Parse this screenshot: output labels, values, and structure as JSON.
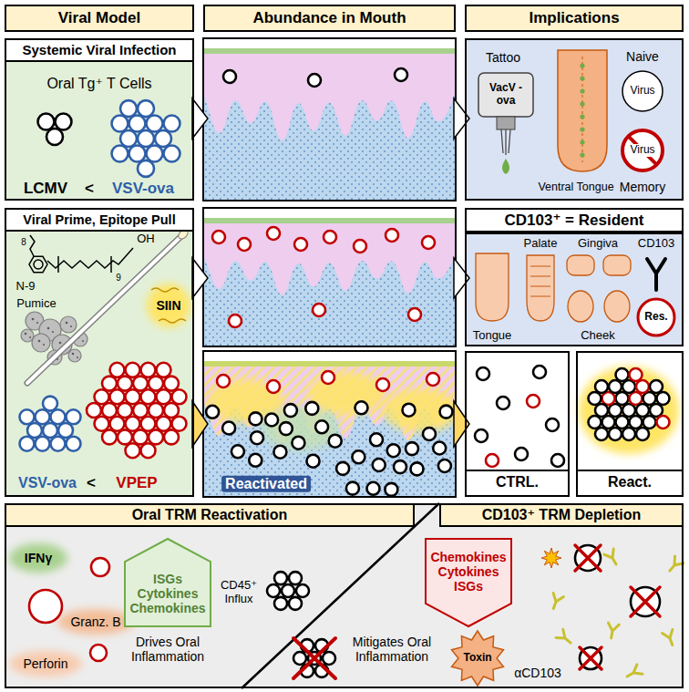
{
  "diagram": {
    "nodes": [
      {
        "text": [
          "Viral Model"
        ]
      },
      {
        "text": [
          "Abundance in Mouth"
        ]
      },
      {
        "text": [
          "Implications"
        ]
      },
      {
        "text": [
          "Oral Tg⁺ T Cells",
          "LCMV",
          "<",
          "VSV-ova"
        ]
      },
      {
        "text": [
          "Systemic Viral Infection"
        ],
        "in": 3
      },
      {
        "text": [
          "Tattoo",
          "VacV -ova",
          "Ventral Tongue",
          "Naive",
          "Memory"
        ]
      },
      {
        "text": [
          "Virus"
        ],
        "in": 5
      },
      {
        "text": [
          "Virus"
        ],
        "in": 5
      },
      {
        "text": [
          "N-9",
          "Pumice",
          "SIIN",
          "VSV-ova",
          "<",
          "VPEP"
        ]
      },
      {
        "text": [
          "Viral Prime, Epitope Pull"
        ],
        "in": 8
      },
      {
        "text": [
          "CD103⁺ = Resident"
        ]
      },
      {
        "text": [
          "Tongue",
          "Palate",
          "Gingiva",
          "Cheek",
          "CD103",
          "Res."
        ]
      },
      {
        "text": [
          "CTRL."
        ]
      },
      {
        "text": [
          "React."
        ]
      },
      {
        "text": [
          "IFNγ",
          "Granz. B",
          "Perforin",
          "Drives Oral Inflammation",
          "CD45⁺ Influx",
          "Mitigates Oral Inflammation",
          "Toxin",
          "αCD103"
        ]
      },
      {
        "text": [
          "Oral TRM Reactivation"
        ],
        "in": 14
      },
      {
        "text": [
          "CD103⁺ TRM Depletion"
        ],
        "in": 14
      },
      {
        "text": [
          "ISGs Cytokines Chemokines"
        ],
        "in": 14
      },
      {
        "text": [
          "Chemokines Cytokines ISGs"
        ],
        "in": 14
      }
    ],
    "labels": [
      "8",
      "OH",
      "9",
      "Reactivated"
    ]
  }
}
